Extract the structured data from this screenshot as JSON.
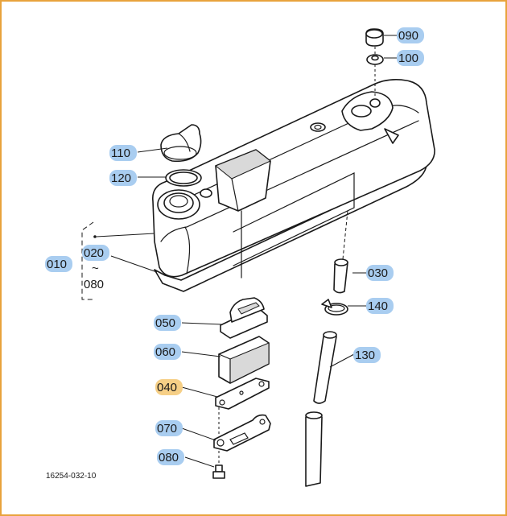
{
  "callouts": {
    "p090": {
      "text": "090",
      "highlight": "blue"
    },
    "p100": {
      "text": "100",
      "highlight": "blue"
    },
    "p110": {
      "text": "110",
      "highlight": "blue"
    },
    "p120": {
      "text": "120",
      "highlight": "blue"
    },
    "p010": {
      "text": "010",
      "highlight": "blue"
    },
    "p020": {
      "text": "020",
      "highlight": "blue"
    },
    "p080a": {
      "text": "080",
      "highlight": "none"
    },
    "p030": {
      "text": "030",
      "highlight": "blue"
    },
    "p140": {
      "text": "140",
      "highlight": "blue"
    },
    "p130": {
      "text": "130",
      "highlight": "blue"
    },
    "p050": {
      "text": "050",
      "highlight": "blue"
    },
    "p060": {
      "text": "060",
      "highlight": "blue"
    },
    "p040": {
      "text": "040",
      "highlight": "orange"
    },
    "p070": {
      "text": "070",
      "highlight": "blue"
    },
    "p080b": {
      "text": "080",
      "highlight": "blue"
    }
  },
  "range_separator": "~",
  "drawing_code": "16254-032-10",
  "colors": {
    "blue": "#a9cdf0",
    "orange": "#f6cf86",
    "frame": "#e8a33c"
  }
}
